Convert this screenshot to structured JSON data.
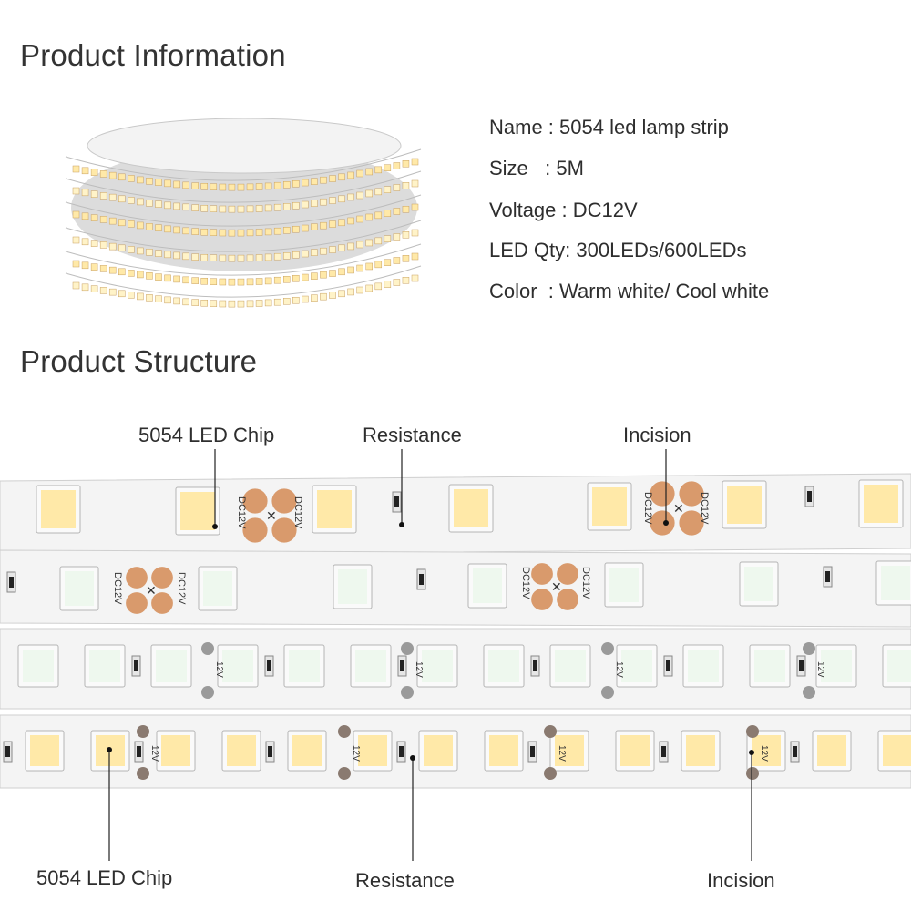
{
  "info": {
    "heading": "Product Information",
    "specs": [
      {
        "text": "Name : 5054 led lamp strip"
      },
      {
        "text": "Size   : 5M"
      },
      {
        "text": "Voltage : DC12V"
      },
      {
        "text": "LED Qty: 300LEDs/600LEDs"
      },
      {
        "text": "Color  : Warm white/ Cool white"
      }
    ]
  },
  "structure": {
    "heading": "Product Structure",
    "top_labels": {
      "chip": "5054 LED Chip",
      "resistance": "Resistance",
      "incision": "Incision"
    },
    "bottom_labels": {
      "chip": "5054 LED Chip",
      "resistance": "Resistance",
      "incision": "Incision"
    },
    "pcb_marking": "DC12V",
    "pcb_marking_short": "12V"
  },
  "colors": {
    "warm_led": "#ffe9a8",
    "cool_led": "#eef8ee",
    "copper_pad": "#d99a6c",
    "pcb": "#f4f4f4"
  }
}
